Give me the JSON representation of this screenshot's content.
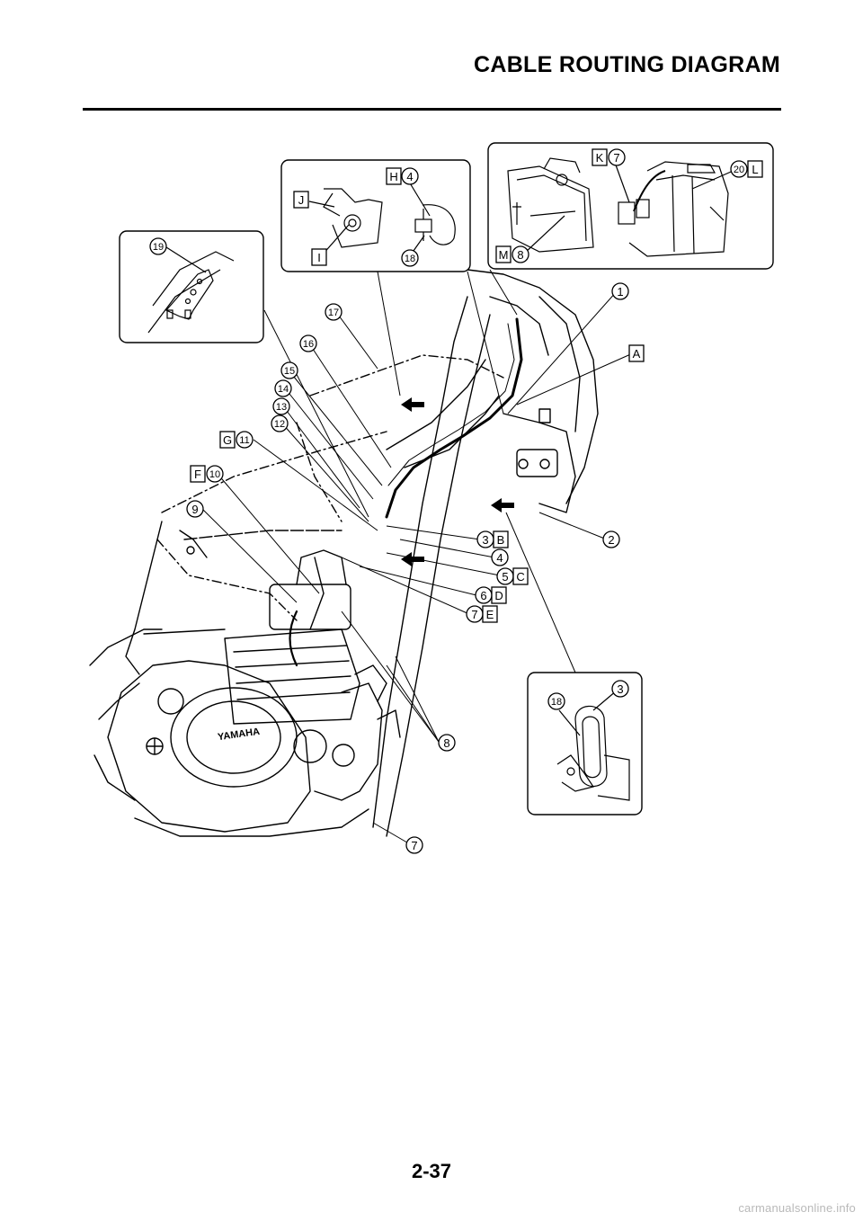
{
  "header": {
    "title": "CABLE ROUTING DIAGRAM"
  },
  "footer": {
    "page_number": "2-37",
    "watermark": "carmanualsonline.info"
  },
  "callouts": {
    "c1": "1",
    "c2": "2",
    "c3": "3",
    "c3b": "3",
    "c4": "4",
    "c4b": "4",
    "c5": "5",
    "c6": "6",
    "c7": "7",
    "c7b": "7",
    "c7c": "7",
    "c8": "8",
    "c8b": "8",
    "c9": "9",
    "c10": "10",
    "c11": "11",
    "c12": "12",
    "c13": "13",
    "c14": "14",
    "c15": "15",
    "c16": "16",
    "c17": "17",
    "c18": "18",
    "c18b": "18",
    "c19": "19",
    "c20": "20"
  },
  "letters": {
    "A": "A",
    "B": "B",
    "C": "C",
    "D": "D",
    "E": "E",
    "F": "F",
    "G": "G",
    "H": "H",
    "I": "I",
    "J": "J",
    "K": "K",
    "L": "L",
    "M": "M"
  },
  "engine_cover_text": "YAMAHA"
}
